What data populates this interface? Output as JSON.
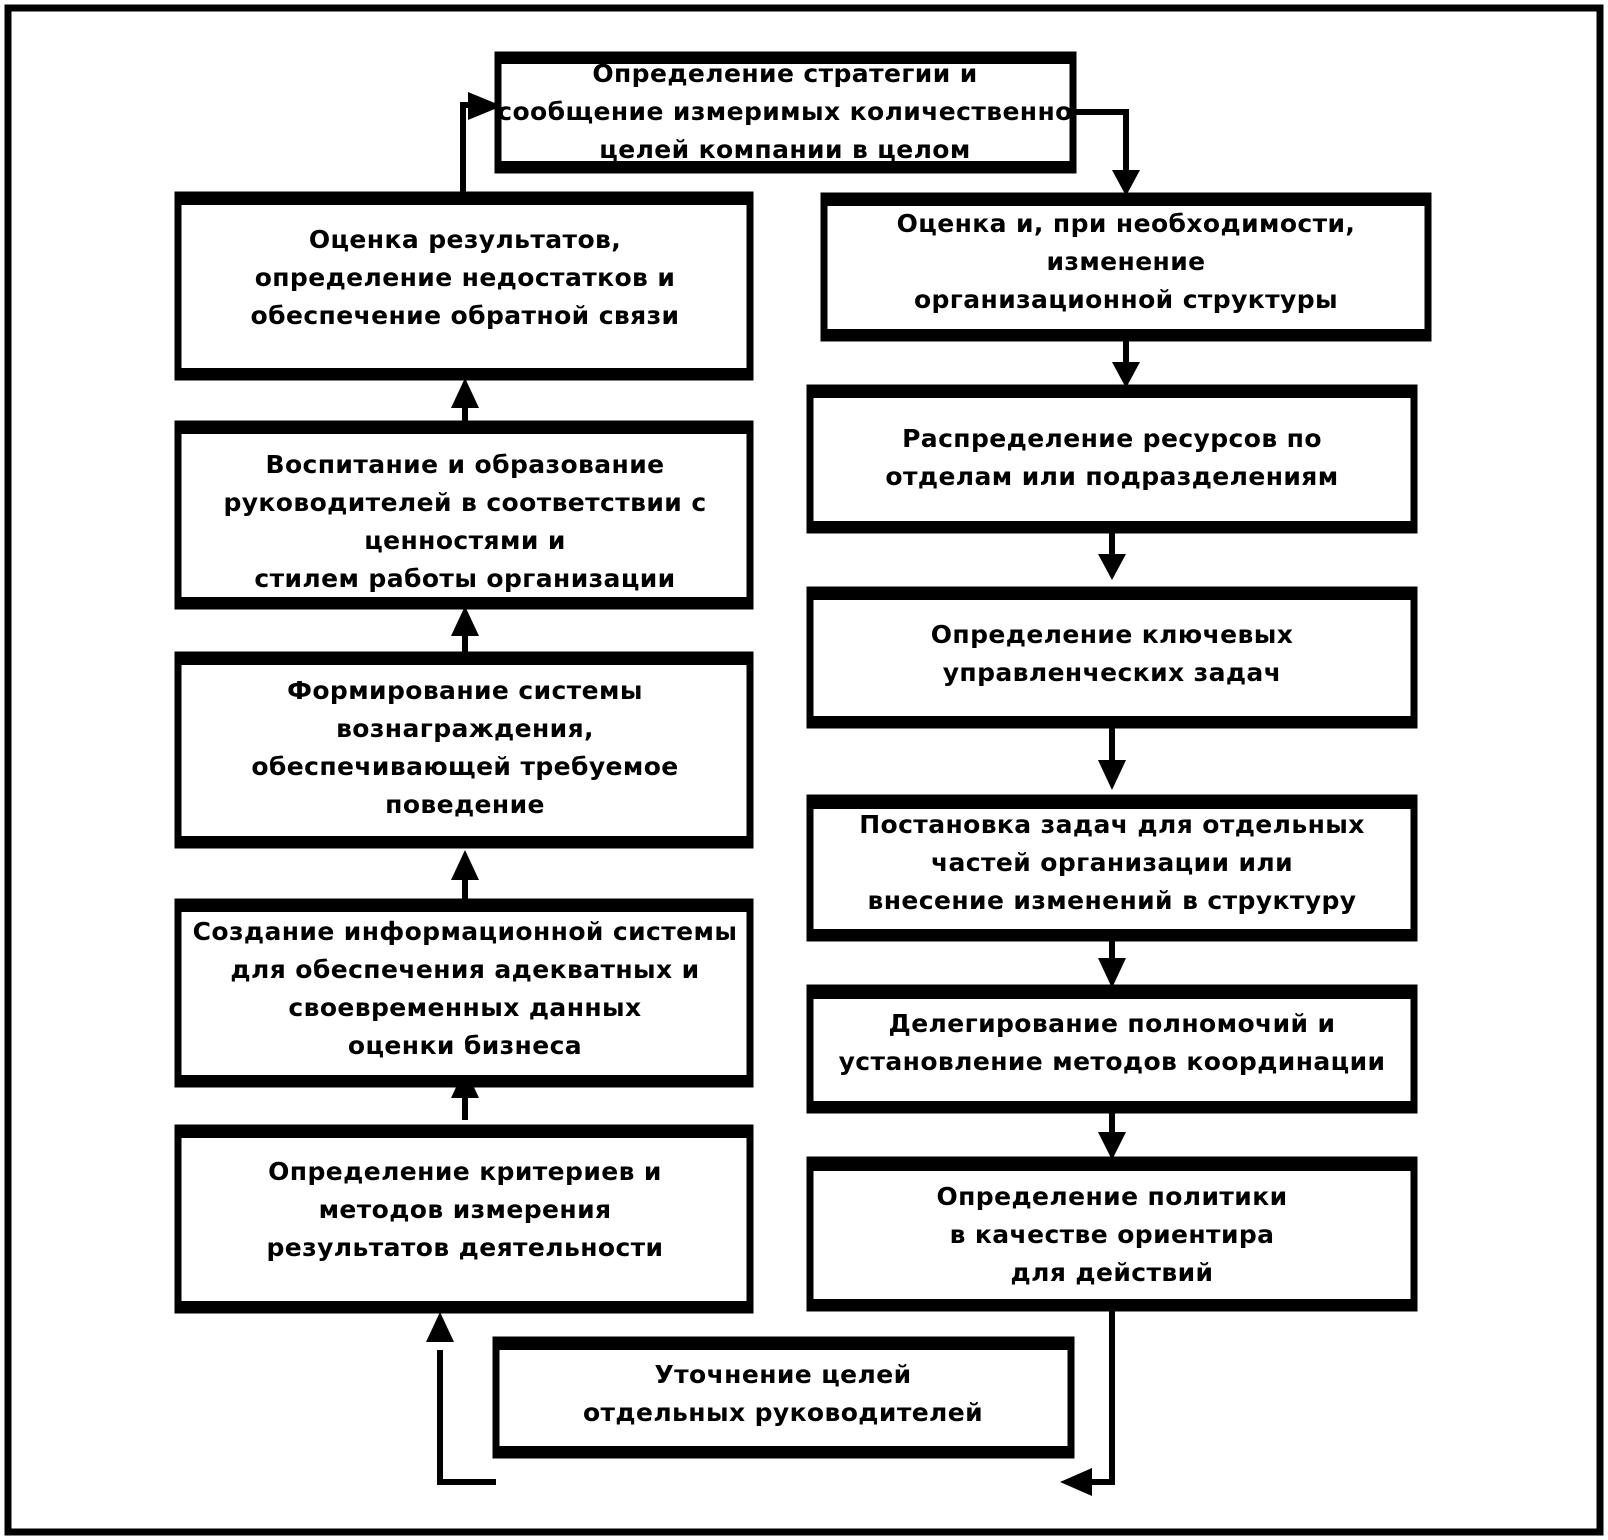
{
  "diagram": {
    "title": "",
    "type": "flowchart",
    "orientation": "two-column-cycle",
    "colors": {
      "background": "#ffffff",
      "stroke": "#000000",
      "box_fill": "#ffffff",
      "text": "#000000"
    },
    "nodes": [
      {
        "id": "strategy",
        "lines": [
          "Определение стратегии и",
          "сообщение измеримых количественно",
          "целей компании в целом"
        ]
      },
      {
        "id": "org-structure",
        "lines": [
          "Оценка и, при необходимости,",
          "изменение",
          "организационной структуры"
        ]
      },
      {
        "id": "resources",
        "lines": [
          "Распределение ресурсов по",
          "отделам или подразделениям"
        ]
      },
      {
        "id": "key-tasks",
        "lines": [
          "Определение ключевых",
          "управленческих задач"
        ]
      },
      {
        "id": "unit-tasks",
        "lines": [
          "Постановка задач для отдельных",
          "частей организации или",
          "внесение изменений в структуру"
        ]
      },
      {
        "id": "delegation",
        "lines": [
          "Делегирование полномочий и",
          "установление методов координации"
        ]
      },
      {
        "id": "policy",
        "lines": [
          "Определение политики",
          "в качестве ориентира",
          "для действий"
        ]
      },
      {
        "id": "manager-goals",
        "lines": [
          "Уточнение целей",
          "отдельных руководителей"
        ]
      },
      {
        "id": "criteria",
        "lines": [
          "Определение критериев и",
          "методов измерения",
          "результатов деятельности"
        ]
      },
      {
        "id": "information-system",
        "lines": [
          "Создание информационной системы",
          "для обеспечения адекватных и",
          "своевременных данных",
          "оценки бизнеса"
        ]
      },
      {
        "id": "reward-system",
        "lines": [
          "Формирование системы",
          "вознаграждения,",
          "обеспечивающей требуемое",
          "поведение"
        ]
      },
      {
        "id": "education",
        "lines": [
          "Воспитание и образование",
          "руководителей в соответствии с",
          "ценностями и",
          "стилем работы организации"
        ]
      },
      {
        "id": "results-evaluation",
        "lines": [
          "Оценка результатов,",
          "определение недостатков и",
          "обеспечение обратной связи"
        ]
      }
    ],
    "edges": [
      {
        "from": "strategy",
        "to": "org-structure"
      },
      {
        "from": "org-structure",
        "to": "resources"
      },
      {
        "from": "resources",
        "to": "key-tasks"
      },
      {
        "from": "key-tasks",
        "to": "unit-tasks"
      },
      {
        "from": "unit-tasks",
        "to": "delegation"
      },
      {
        "from": "delegation",
        "to": "policy"
      },
      {
        "from": "policy",
        "to": "manager-goals"
      },
      {
        "from": "manager-goals",
        "to": "criteria"
      },
      {
        "from": "criteria",
        "to": "information-system"
      },
      {
        "from": "information-system",
        "to": "reward-system"
      },
      {
        "from": "reward-system",
        "to": "education"
      },
      {
        "from": "education",
        "to": "results-evaluation"
      },
      {
        "from": "results-evaluation",
        "to": "strategy"
      }
    ]
  }
}
